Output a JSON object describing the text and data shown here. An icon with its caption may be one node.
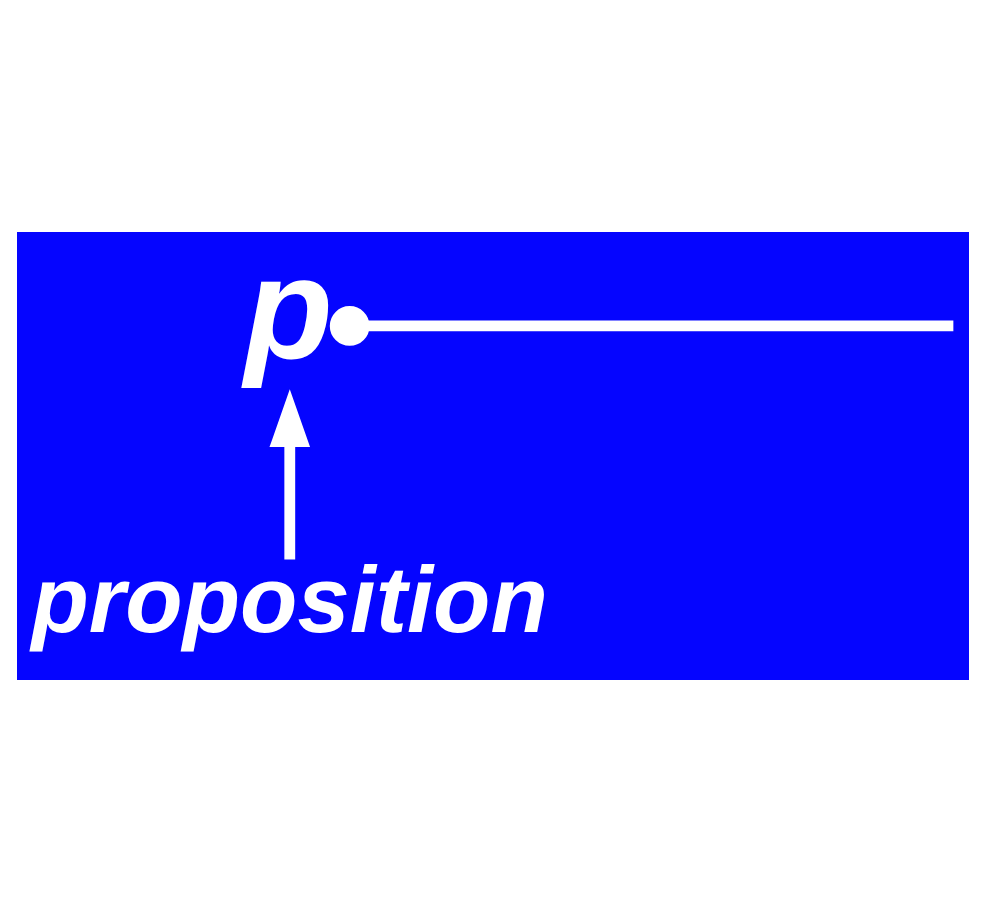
{
  "diagram": {
    "nodes": [
      {
        "text": [
          "p"
        ]
      },
      {
        "text": [
          "proposition"
        ]
      }
    ],
    "edges": [
      {
        "from": 1,
        "to": 0,
        "arrow": "to"
      },
      {
        "from": 0,
        "to": null,
        "arrow": "other"
      }
    ]
  }
}
